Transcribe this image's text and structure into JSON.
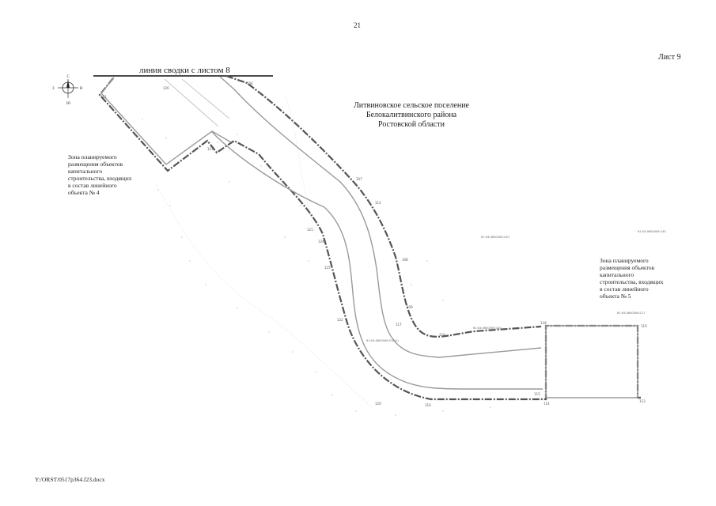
{
  "page_number": "21",
  "sheet_label": "Лист 9",
  "junction_label": "линия сводки с листом 8",
  "settlement": {
    "line1": "Литвиновское сельское поселение",
    "line2": "Белокалитвинского района",
    "line3": "Ростовской области"
  },
  "zone_note_4": {
    "lines": [
      "Зона планируемого",
      "размещения объектов",
      "капитального",
      "строительства, входящих",
      "в состав линейного",
      "объекта № 4"
    ]
  },
  "zone_note_5": {
    "lines": [
      "Зона планируемого",
      "размещения объектов",
      "капитального",
      "строительства, входящих",
      "в состав линейного",
      "объекта № 5"
    ]
  },
  "compass": {
    "north": "С",
    "south": "Ю",
    "west": "З",
    "east": "В"
  },
  "parcel_labels": [
    "61:04:0600006:140",
    "61:04:0600006:140",
    "61:04:0600006:140",
    "61:04:0600006:510(1)",
    "61:04:0600006:117"
  ],
  "point_labels": [
    "111",
    "126",
    "104",
    "107",
    "112",
    "117",
    "121",
    "124",
    "125",
    "108",
    "109",
    "110",
    "118",
    "119",
    "113",
    "114",
    "115",
    "116",
    "120",
    "122",
    "123"
  ],
  "footer_path": "Y:/ORST/0517p364.f23.docx",
  "colors": {
    "boundary": "#555555",
    "corridor": "#9a9a9a",
    "text": "#222222"
  }
}
